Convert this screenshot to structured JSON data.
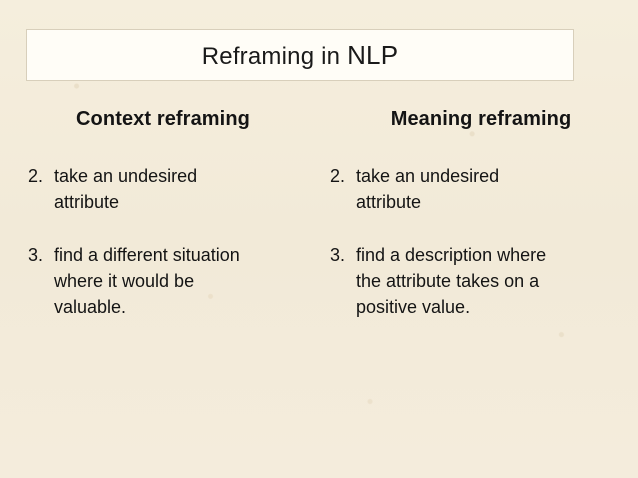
{
  "slide": {
    "title_main": "Reframing in ",
    "title_emphasis": "NLP",
    "background_color": "#f4ecdc",
    "title_box_color": "#fffdf7",
    "text_color": "#141414"
  },
  "columns": [
    {
      "heading": "Context reframing",
      "items": [
        {
          "marker": "2.",
          "text": "take an undesired attribute"
        },
        {
          "marker": "3.",
          "text": "find a different situation where it would be valuable."
        }
      ]
    },
    {
      "heading": "Meaning reframing",
      "items": [
        {
          "marker": "2.",
          "text": "take an undesired attribute"
        },
        {
          "marker": "3.",
          "text": "find a description where the attribute takes on a positive value."
        }
      ]
    }
  ]
}
